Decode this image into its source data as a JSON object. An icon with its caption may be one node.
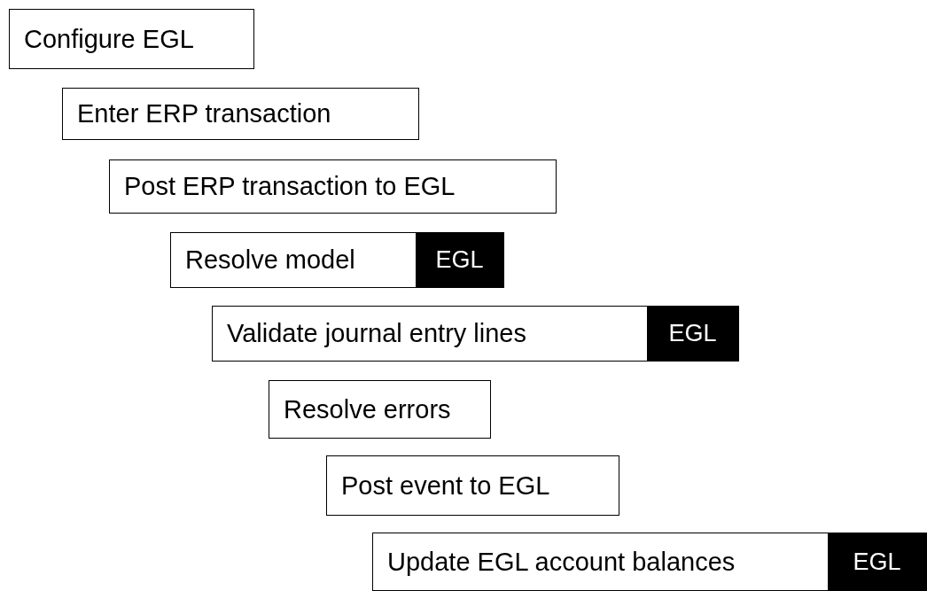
{
  "diagram": {
    "nodes": [
      {
        "text": [
          "Configure EGL"
        ]
      },
      {
        "text": [
          "Enter ERP transaction"
        ]
      },
      {
        "text": [
          "Post ERP transaction to EGL"
        ]
      },
      {
        "text": [
          "Resolve model"
        ]
      },
      {
        "text": [
          "EGL"
        ],
        "in": 3
      },
      {
        "text": [
          "Validate journal entry lines"
        ]
      },
      {
        "text": [
          "EGL"
        ],
        "in": 5
      },
      {
        "text": [
          "Resolve errors"
        ]
      },
      {
        "text": [
          "Post event to EGL"
        ]
      },
      {
        "text": [
          "Update EGL account balances"
        ]
      },
      {
        "text": [
          "EGL"
        ],
        "in": 9
      }
    ]
  }
}
